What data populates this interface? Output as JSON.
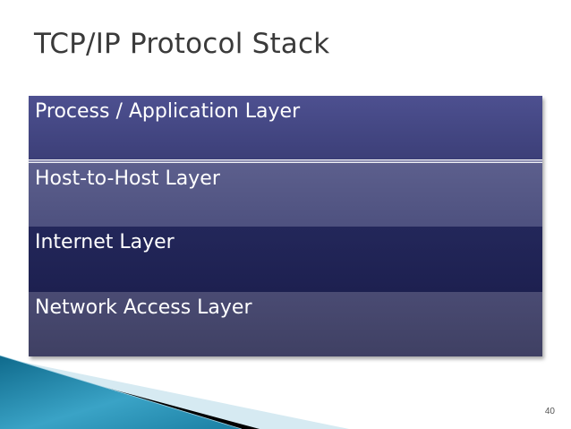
{
  "slide": {
    "title": "TCP/IP Protocol Stack",
    "page_number": "40"
  },
  "stack": {
    "layers": [
      {
        "label": "Process / Application Layer",
        "color": "#454884"
      },
      {
        "label": "Host-to-Host Layer",
        "color": "#565986"
      },
      {
        "label": "Internet Layer",
        "color": "#202355"
      },
      {
        "label": "Network Access Layer",
        "color": "#45466b"
      }
    ]
  },
  "decoration": {
    "accent_teal": "#1a7fa3",
    "accent_light": "#cfe6ef",
    "accent_dark": "#000000"
  }
}
